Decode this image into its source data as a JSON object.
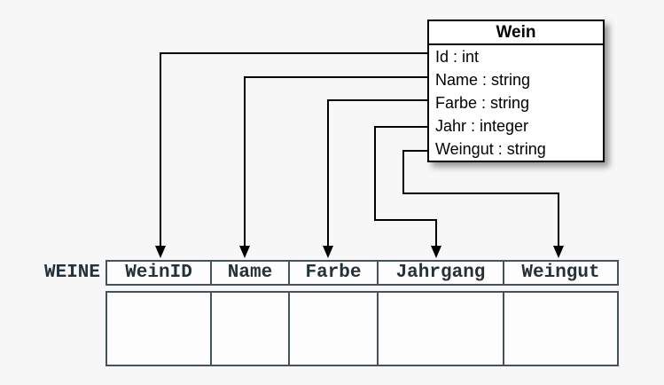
{
  "diagram": {
    "class_box": {
      "title": "Wein",
      "attributes": [
        "Id : int",
        "Name : string",
        "Farbe : string",
        "Jahr : integer",
        "Weingut : string"
      ]
    },
    "table": {
      "name": "WEINE",
      "columns": [
        "WeinID",
        "Name",
        "Farbe",
        "Jahrgang",
        "Weingut"
      ],
      "body_row_values": [
        "",
        "",
        "",
        "",
        ""
      ]
    },
    "mappings": [
      {
        "from": "Id",
        "to": "WeinID"
      },
      {
        "from": "Name",
        "to": "Name"
      },
      {
        "from": "Farbe",
        "to": "Farbe"
      },
      {
        "from": "Jahr",
        "to": "Jahrgang"
      },
      {
        "from": "Weingut",
        "to": "Weingut"
      }
    ],
    "colors": {
      "background": "#f7f7f8",
      "connector_line": "#000000",
      "class_box_border": "#000000",
      "class_box_background": "#ffffff",
      "table_border": "#46525a",
      "table_text": "#243139"
    }
  }
}
